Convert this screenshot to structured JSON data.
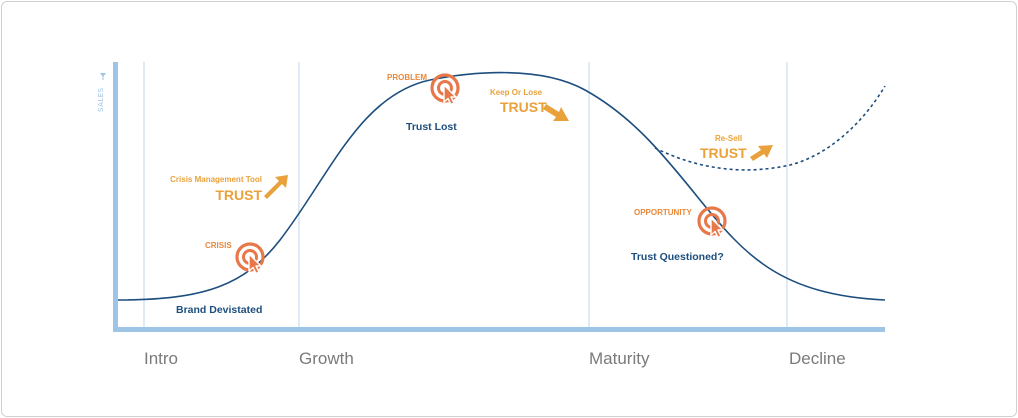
{
  "axis": {
    "y_label": "SALES"
  },
  "stages": [
    "Intro",
    "Growth",
    "Maturity",
    "Decline"
  ],
  "callouts": {
    "crisis": {
      "tag": "CRISIS",
      "caption": "Brand Devistated"
    },
    "crisis_tool": {
      "small": "Crisis Management Tool",
      "big": "TRUST"
    },
    "problem": {
      "tag": "PROBLEM",
      "caption": "Trust Lost"
    },
    "keep_or_lose": {
      "small": "Keep Or Lose",
      "big": "TRUST"
    },
    "resell": {
      "small": "Re-Sell",
      "big": "TRUST"
    },
    "opportunity": {
      "tag": "OPPORTUNITY",
      "caption": "Trust Questioned?"
    }
  },
  "colors": {
    "axis": "#9ec4e6",
    "curve": "#1d4e7e",
    "marker": "#e8784a",
    "gold": "#e9a23b",
    "divider": "#c9def0",
    "stage_text": "#7a7a7a"
  },
  "icons": [
    "target-cursor-icon",
    "arrow-up-right-icon",
    "arrow-down-right-icon",
    "arrow-up-icon"
  ]
}
